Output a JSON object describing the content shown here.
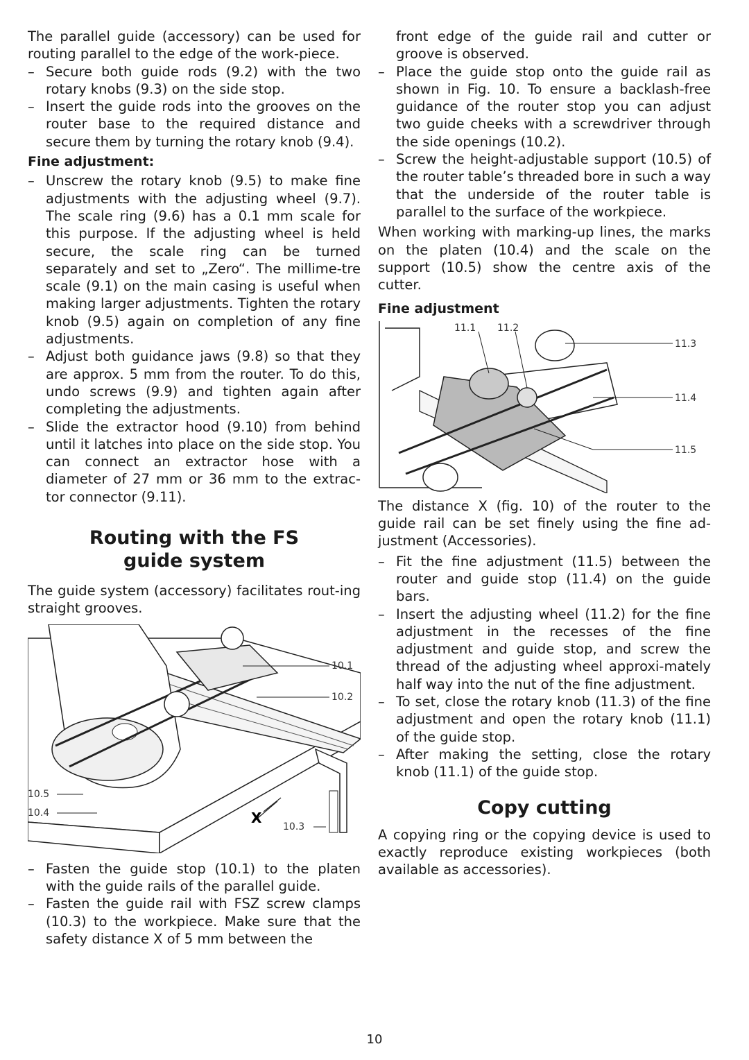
{
  "left": {
    "intro": "The parallel guide (accessory) can be used for routing parallel to the edge of the work-piece.",
    "steps_a": [
      "Secure both guide rods (9.2) with the two rotary knobs (9.3) on the side stop.",
      "Insert the guide rods into the grooves on the router base to the required distance and secure them by turning the rotary knob (9.4)."
    ],
    "fine_heading": "Fine adjustment:",
    "steps_b": [
      "Unscrew the rotary knob (9.5) to make fine adjustments with the adjusting wheel (9.7). The scale ring (9.6) has a 0.1 mm scale for this purpose. If the adjusting wheel is held secure, the scale ring can be turned separately and set to „Zero“. The millime-tre scale (9.1) on the main casing is useful when making larger adjustments. Tighten the rotary knob (9.5) again on completion of any fine adjustments.",
      "Adjust both guidance jaws (9.8) so that they are approx. 5 mm from the router. To do this, undo screws (9.9) and tighten again after completing the adjustments.",
      "Slide the extractor hood (9.10) from behind until it latches into place on the side stop. You can connect an extractor hose with a diameter of 27 mm or 36 mm to the extrac-tor connector (9.11)."
    ],
    "section_title_1": "Routing with the FS",
    "section_title_2": "guide system",
    "section_intro": "The guide system (accessory) facilitates rout-ing straight grooves.",
    "fig10_labels": {
      "a": "10.1",
      "b": "10.2",
      "c": "10.5",
      "d": "10.4",
      "e": "10.3",
      "x": "X"
    },
    "steps_c": [
      "Fasten the guide stop (10.1) to the platen with the guide rails of the parallel guide.",
      "Fasten the guide rail with FSZ screw clamps (10.3) to the workpiece. Make sure that the safety distance X of 5 mm between the"
    ]
  },
  "right": {
    "cont": "front edge of the guide rail and cutter or groove is observed.",
    "steps_a": [
      "Place the guide stop onto the guide rail as shown in Fig. 10. To ensure a backlash-free guidance of the router stop you can adjust two guide cheeks with a screwdriver through the side openings (10.2).",
      "Screw the height-adjustable support (10.5) of the router table’s threaded bore in such a way that the underside of the router table is parallel to the surface of the workpiece."
    ],
    "para": "When working with marking-up lines, the marks on the platen (10.4) and the scale on the support (10.5) show the centre axis of the cutter.",
    "fine_heading": "Fine adjustment",
    "fig11_labels": {
      "a": "11.1",
      "b": "11.2",
      "c": "11.3",
      "d": "11.4",
      "e": "11.5"
    },
    "para2": "The distance X (fig. 10) of the router to the guide rail can be set finely using the fine ad-justment (Accessories).",
    "steps_b": [
      "Fit the fine adjustment (11.5) between the router and guide stop (11.4) on the guide bars.",
      "Insert the adjusting wheel (11.2) for the fine adjustment in the recesses of the fine adjustment and guide stop, and screw the thread of the adjusting wheel approxi-mately half way into the nut of the fine adjustment.",
      "To set, close the rotary knob (11.3) of the fine adjustment and open the rotary knob (11.1) of the guide stop.",
      "After making the setting, close the rotary knob (11.1) of the guide stop."
    ],
    "section_title": "Copy cutting",
    "section_text": "A copying ring or the copying device is used to exactly reproduce existing workpieces (both available as accessories)."
  },
  "page_number": "10"
}
